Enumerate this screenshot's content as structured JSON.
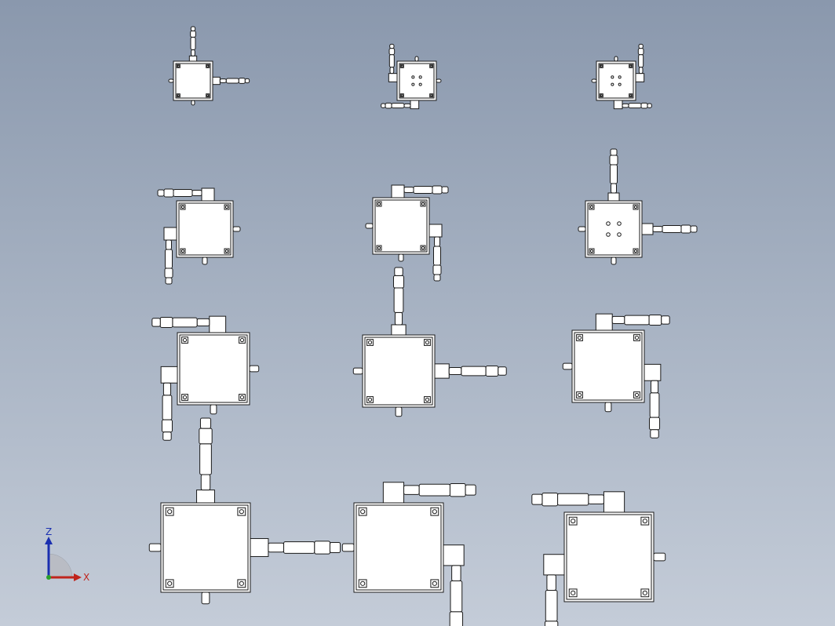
{
  "window": {
    "title": ""
  },
  "colors": {
    "background_top": "#8a98ad",
    "background_bottom": "#c4ccd8",
    "part_fill": "#ffffff",
    "part_stroke": "#1a1a1a",
    "axis_x": "#c0241c",
    "axis_y": "#2aa02a",
    "axis_z": "#1a2fb0"
  },
  "triad": {
    "x_label": "X",
    "z_label": "Z"
  },
  "stages": [
    {
      "name": "stage-r1-c1",
      "micrometers": [
        "up",
        "right"
      ],
      "holes": false,
      "knobs": [
        "left",
        "down"
      ]
    },
    {
      "name": "stage-r1-c2",
      "micrometers": [
        "bracket-left-up",
        "bracket-bottom-left"
      ],
      "holes": true,
      "knobs": [
        "top",
        "right"
      ]
    },
    {
      "name": "stage-r1-c3",
      "micrometers": [
        "bracket-right-up",
        "bracket-bottom-right"
      ],
      "holes": true,
      "knobs": [
        "top",
        "left"
      ]
    },
    {
      "name": "stage-r2-c1",
      "micrometers": [
        "bracket-top-left",
        "bracket-left-down"
      ],
      "holes": false,
      "knobs": [
        "right",
        "down"
      ]
    },
    {
      "name": "stage-r2-c2",
      "micrometers": [
        "bracket-top-right",
        "bracket-right-down"
      ],
      "holes": false,
      "knobs": [
        "left",
        "down"
      ]
    },
    {
      "name": "stage-r2-c3",
      "micrometers": [
        "up",
        "right"
      ],
      "holes": true,
      "knobs": [
        "left",
        "down"
      ]
    },
    {
      "name": "stage-r3-c1",
      "micrometers": [
        "bracket-top-left",
        "bracket-left-down"
      ],
      "holes": false,
      "knobs": [
        "right",
        "down"
      ]
    },
    {
      "name": "stage-r3-c2",
      "micrometers": [
        "up",
        "right"
      ],
      "holes": false,
      "knobs": [
        "left",
        "down"
      ]
    },
    {
      "name": "stage-r3-c3",
      "micrometers": [
        "bracket-top-right",
        "bracket-right-down"
      ],
      "holes": false,
      "knobs": [
        "left",
        "down"
      ]
    },
    {
      "name": "stage-r4-c1",
      "micrometers": [
        "up",
        "right"
      ],
      "holes": false,
      "knobs": [
        "left",
        "down"
      ]
    },
    {
      "name": "stage-r4-c2",
      "micrometers": [
        "bracket-top-right",
        "bracket-right-down"
      ],
      "holes": false,
      "knobs": [
        "left"
      ]
    },
    {
      "name": "stage-r4-c3",
      "micrometers": [
        "bracket-top-left",
        "bracket-left-down"
      ],
      "holes": false,
      "knobs": [
        "right"
      ]
    }
  ]
}
